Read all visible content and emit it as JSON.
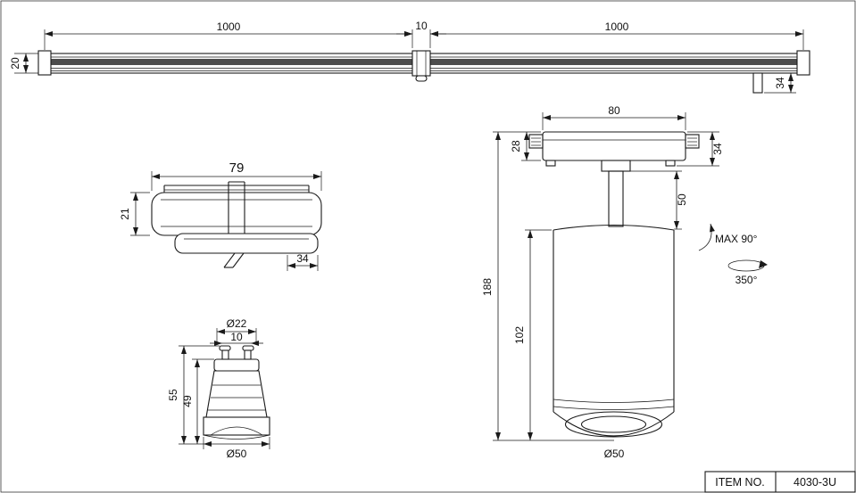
{
  "title_block": {
    "label": "ITEM NO.",
    "value": "4030-3U"
  },
  "track": {
    "dim_section_left": "1000",
    "dim_joint": "10",
    "dim_section_right": "1000",
    "dim_height": "20",
    "dim_end_drop": "34"
  },
  "adapter": {
    "dim_width": "79",
    "dim_height": "21",
    "dim_shoe": "34"
  },
  "bulb": {
    "dim_cap_dia": "Ø22",
    "dim_pin_spacing": "10",
    "dim_total_h": "55",
    "dim_body_h": "49",
    "dim_dia": "Ø50"
  },
  "head": {
    "dim_base_w": "80",
    "dim_base_h": "28",
    "dim_base_total_h": "34",
    "dim_stem": "50",
    "dim_total_h": "188",
    "dim_body_h": "102",
    "dim_body_dia": "Ø50",
    "tilt": "MAX 90°",
    "rotation": "350°"
  }
}
